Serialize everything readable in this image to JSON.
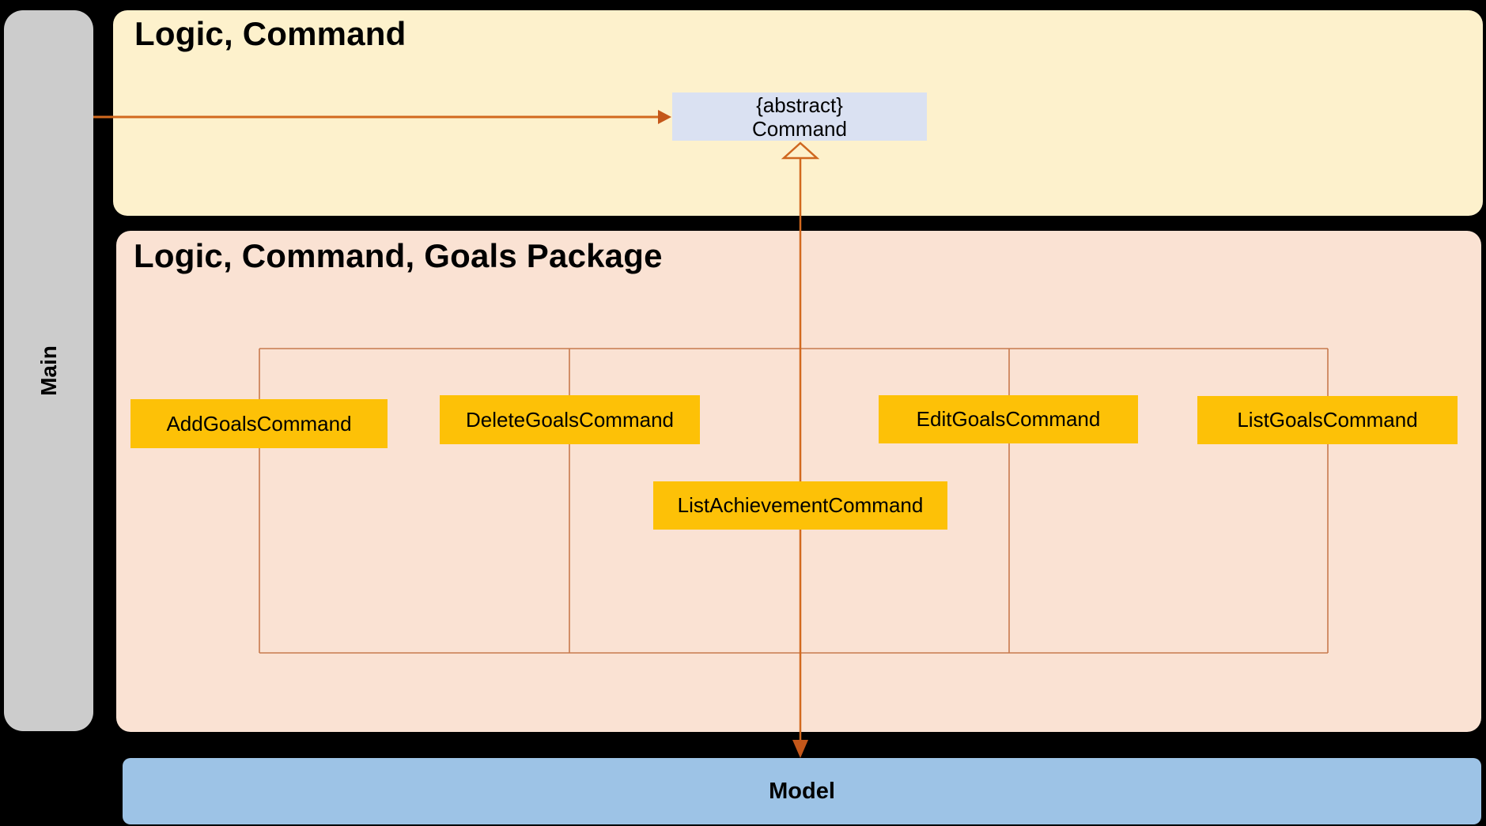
{
  "diagram": {
    "main_label": "Main",
    "logic_section": {
      "title": "Logic, Command"
    },
    "goals_section": {
      "title": "Logic, Command, Goals Package"
    },
    "abstract_command": {
      "line1": "{abstract}",
      "line2": "Command"
    },
    "goal_commands": [
      {
        "label": "AddGoalsCommand"
      },
      {
        "label": "DeleteGoalsCommand"
      },
      {
        "label": "EditGoalsCommand"
      },
      {
        "label": "ListGoalsCommand"
      },
      {
        "label": "ListAchievementCommand"
      }
    ],
    "model_label": "Model",
    "colors": {
      "background": "#000000",
      "main_fill": "#cccccc",
      "logic_section_fill": "#fdf1cc",
      "goals_section_fill": "#fae2d3",
      "abstract_command_fill": "#dae1f2",
      "goal_command_fill": "#fdc107",
      "model_fill": "#9dc3e6",
      "arrow_line": "#d2691e",
      "arrowhead_fill": "#c4571a",
      "triangle_stroke": "#cf671f",
      "grid_line": "#c87a4e"
    }
  }
}
